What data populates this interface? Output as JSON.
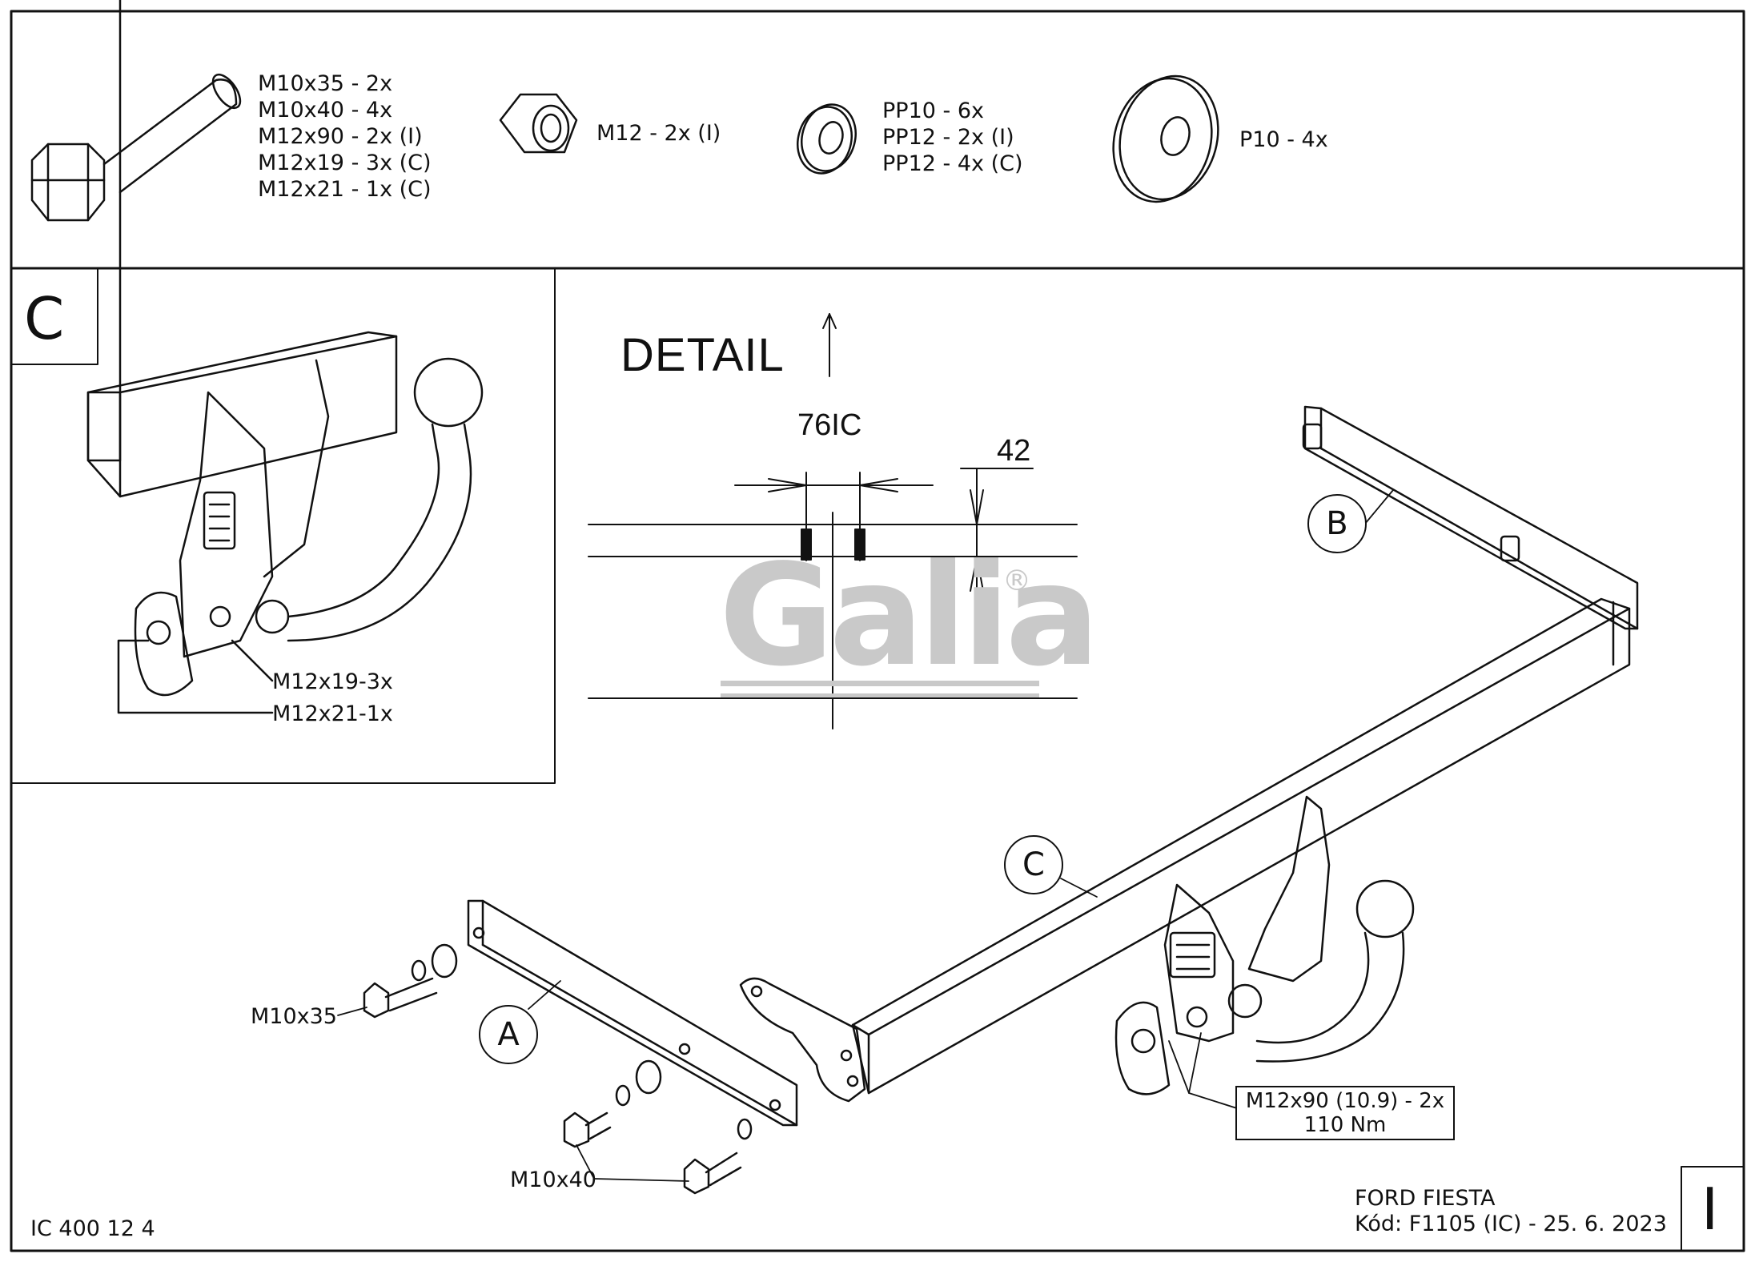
{
  "parts": {
    "bolts": [
      "M10x35 - 2x",
      "M10x40 - 4x",
      "M12x90 - 2x (I)",
      "M12x19 - 3x (C)",
      "M12x21 - 1x (C)"
    ],
    "nuts": [
      "M12 - 2x (I)"
    ],
    "spring_washers": [
      "PP10 - 6x",
      "PP12 - 2x (I)",
      "PP12 - 4x (C)"
    ],
    "flat_washers": [
      "P10 - 4x"
    ]
  },
  "inset_c": {
    "badge": "C",
    "callouts": [
      "M12x19-3x",
      "M12x21-1x"
    ]
  },
  "detail": {
    "title": "DETAIL",
    "dim_width": "76IC",
    "dim_height": "42"
  },
  "logo": {
    "text": "Galia",
    "registered": "®"
  },
  "assembly": {
    "labels": {
      "a": "A",
      "b": "B",
      "c": "C"
    },
    "bolt_m10x35": "M10x35",
    "bolt_m10x40": "M10x40",
    "torque_line1": "M12x90 (10.9) - 2x",
    "torque_line2": "110 Nm"
  },
  "footer": {
    "doc_code": "IC 400 12 4",
    "vehicle": "FORD FIESTA",
    "code_date": "Kód: F1105 (IC) - 25. 6. 2023",
    "sheet": "I"
  }
}
